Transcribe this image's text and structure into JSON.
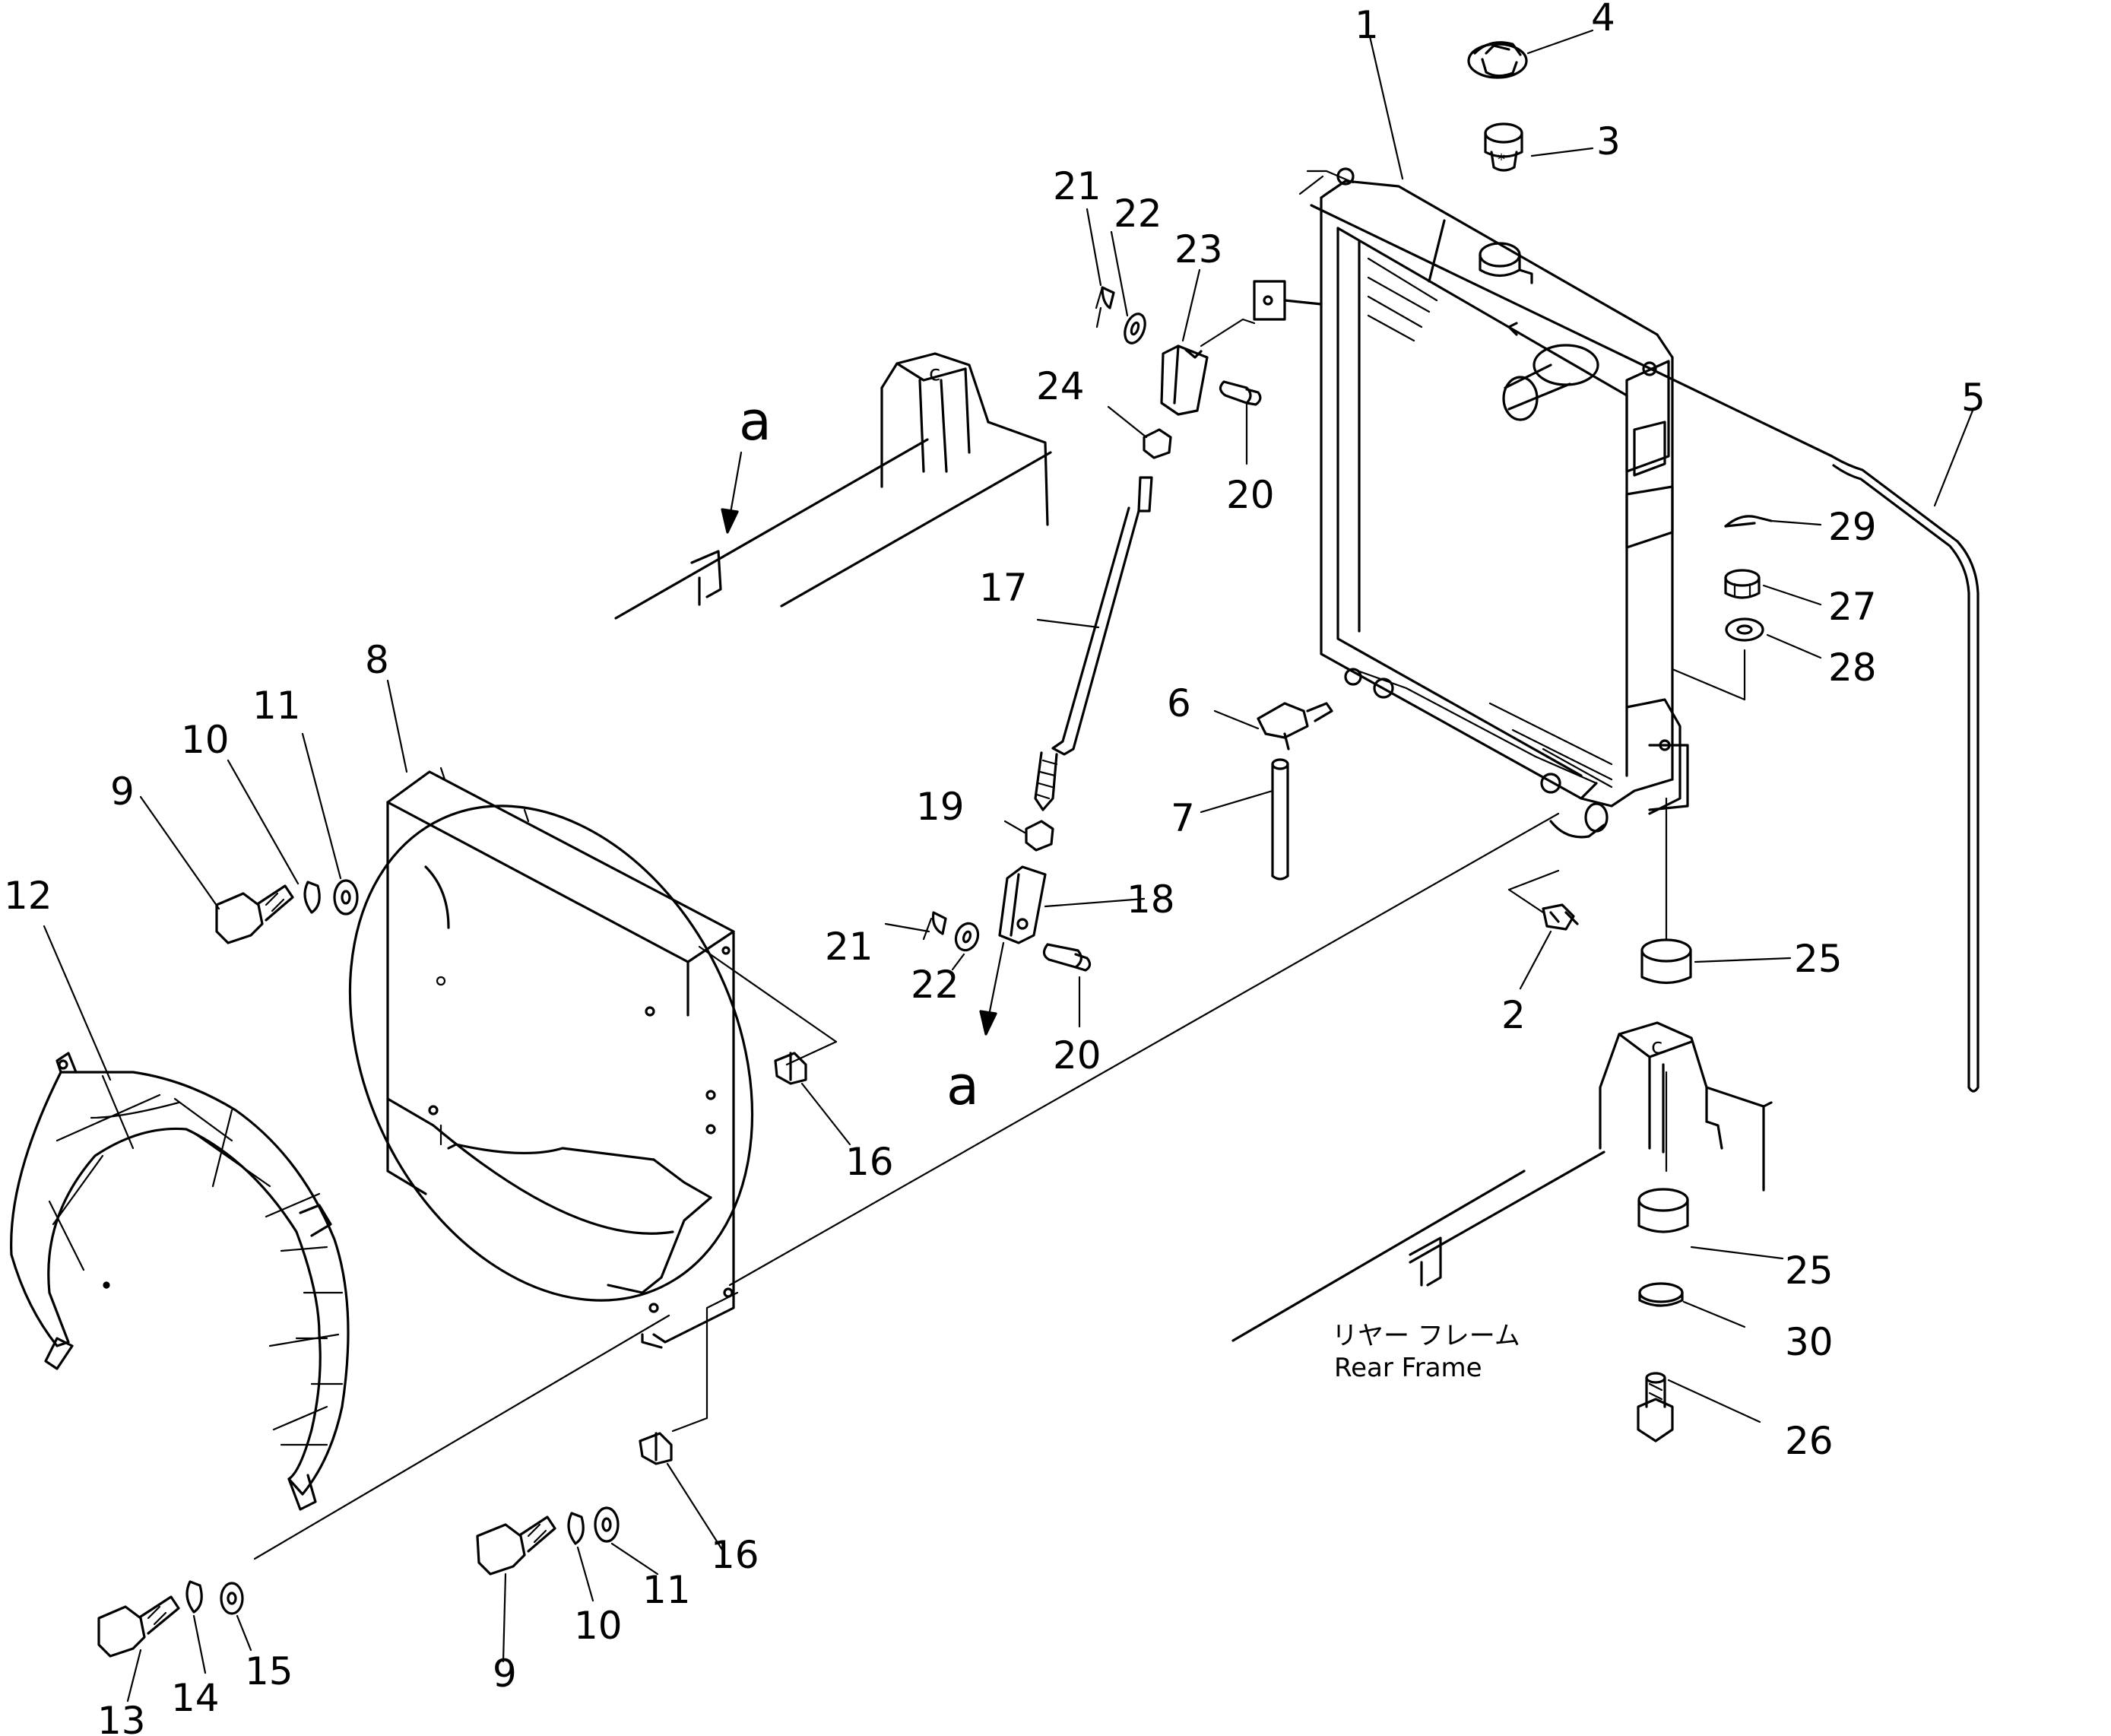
{
  "diagram": {
    "callouts": {
      "c1": "1",
      "c2": "2",
      "c3": "3",
      "c4": "4",
      "c5": "5",
      "c6": "6",
      "c7": "7",
      "c8": "8",
      "c9a": "9",
      "c9b": "9",
      "c10a": "10",
      "c10b": "10",
      "c11a": "11",
      "c11b": "11",
      "c12": "12",
      "c13": "13",
      "c14": "14",
      "c15": "15",
      "c16a": "16",
      "c16b": "16",
      "c17": "17",
      "c18": "18",
      "c19": "19",
      "c20a": "20",
      "c20b": "20",
      "c21a": "21",
      "c21b": "21",
      "c22a": "22",
      "c22b": "22",
      "c23": "23",
      "c24": "24",
      "c25a": "25",
      "c25b": "25",
      "c26": "26",
      "c27": "27",
      "c28": "28",
      "c29": "29",
      "c30": "30"
    },
    "view_marks": {
      "top": "a",
      "bottom": "a"
    },
    "rear_frame": {
      "jp": "リヤー フレーム",
      "en": "Rear Frame"
    }
  }
}
